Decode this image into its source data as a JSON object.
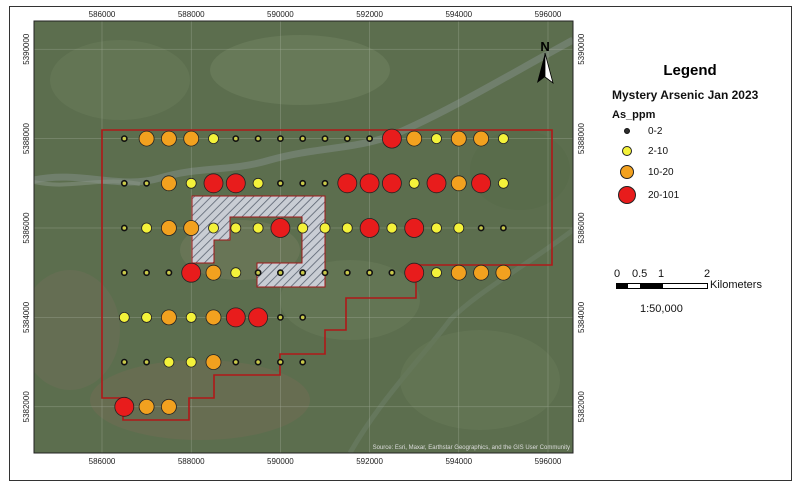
{
  "map": {
    "x_ticks": [
      "586000",
      "588000",
      "590000",
      "592000",
      "594000",
      "596000"
    ],
    "y_ticks": [
      "5390000",
      "5388000",
      "5386000",
      "5384000",
      "5382000"
    ],
    "north_label": "N",
    "attribution": "Source: Esri, Maxar, Earthstar Geographics, and the GIS User Community",
    "colors": {
      "class_0": "#2e2e2e",
      "class_1": "#f4f23a",
      "class_2": "#f2a11f",
      "class_3": "#e81c1c",
      "boundary": "#b01818",
      "imagery": "#5c6e4e"
    },
    "samples": [
      {
        "e": 586500,
        "n": 5388000,
        "c": 0
      },
      {
        "e": 587000,
        "n": 5388000,
        "c": 2
      },
      {
        "e": 587500,
        "n": 5388000,
        "c": 2
      },
      {
        "e": 588000,
        "n": 5388000,
        "c": 2
      },
      {
        "e": 588500,
        "n": 5388000,
        "c": 1
      },
      {
        "e": 589000,
        "n": 5388000,
        "c": 0
      },
      {
        "e": 589500,
        "n": 5388000,
        "c": 0
      },
      {
        "e": 590000,
        "n": 5388000,
        "c": 0
      },
      {
        "e": 590500,
        "n": 5388000,
        "c": 0
      },
      {
        "e": 591000,
        "n": 5388000,
        "c": 0
      },
      {
        "e": 591500,
        "n": 5388000,
        "c": 0
      },
      {
        "e": 592000,
        "n": 5388000,
        "c": 0
      },
      {
        "e": 592500,
        "n": 5388000,
        "c": 3
      },
      {
        "e": 593000,
        "n": 5388000,
        "c": 2
      },
      {
        "e": 593500,
        "n": 5388000,
        "c": 1
      },
      {
        "e": 594000,
        "n": 5388000,
        "c": 2
      },
      {
        "e": 594500,
        "n": 5388000,
        "c": 2
      },
      {
        "e": 595000,
        "n": 5388000,
        "c": 1
      },
      {
        "e": 586500,
        "n": 5387000,
        "c": 0
      },
      {
        "e": 587000,
        "n": 5387000,
        "c": 0
      },
      {
        "e": 587500,
        "n": 5387000,
        "c": 2
      },
      {
        "e": 588000,
        "n": 5387000,
        "c": 1
      },
      {
        "e": 588500,
        "n": 5387000,
        "c": 3
      },
      {
        "e": 589000,
        "n": 5387000,
        "c": 3
      },
      {
        "e": 589500,
        "n": 5387000,
        "c": 1
      },
      {
        "e": 590000,
        "n": 5387000,
        "c": 0
      },
      {
        "e": 590500,
        "n": 5387000,
        "c": 0
      },
      {
        "e": 591000,
        "n": 5387000,
        "c": 0
      },
      {
        "e": 591500,
        "n": 5387000,
        "c": 3
      },
      {
        "e": 592000,
        "n": 5387000,
        "c": 3
      },
      {
        "e": 592500,
        "n": 5387000,
        "c": 3
      },
      {
        "e": 593000,
        "n": 5387000,
        "c": 1
      },
      {
        "e": 593500,
        "n": 5387000,
        "c": 3
      },
      {
        "e": 594000,
        "n": 5387000,
        "c": 2
      },
      {
        "e": 594500,
        "n": 5387000,
        "c": 3
      },
      {
        "e": 595000,
        "n": 5387000,
        "c": 1
      },
      {
        "e": 586500,
        "n": 5386000,
        "c": 0
      },
      {
        "e": 587000,
        "n": 5386000,
        "c": 1
      },
      {
        "e": 587500,
        "n": 5386000,
        "c": 2
      },
      {
        "e": 588000,
        "n": 5386000,
        "c": 2
      },
      {
        "e": 588500,
        "n": 5386000,
        "c": 1
      },
      {
        "e": 589000,
        "n": 5386000,
        "c": 1
      },
      {
        "e": 589500,
        "n": 5386000,
        "c": 1
      },
      {
        "e": 590000,
        "n": 5386000,
        "c": 3
      },
      {
        "e": 590500,
        "n": 5386000,
        "c": 1
      },
      {
        "e": 591000,
        "n": 5386000,
        "c": 1
      },
      {
        "e": 591500,
        "n": 5386000,
        "c": 1
      },
      {
        "e": 592000,
        "n": 5386000,
        "c": 3
      },
      {
        "e": 592500,
        "n": 5386000,
        "c": 1
      },
      {
        "e": 593000,
        "n": 5386000,
        "c": 3
      },
      {
        "e": 593500,
        "n": 5386000,
        "c": 1
      },
      {
        "e": 594000,
        "n": 5386000,
        "c": 1
      },
      {
        "e": 594500,
        "n": 5386000,
        "c": 0
      },
      {
        "e": 595000,
        "n": 5386000,
        "c": 0
      },
      {
        "e": 586500,
        "n": 5385000,
        "c": 0
      },
      {
        "e": 587000,
        "n": 5385000,
        "c": 0
      },
      {
        "e": 587500,
        "n": 5385000,
        "c": 0
      },
      {
        "e": 588000,
        "n": 5385000,
        "c": 3
      },
      {
        "e": 588500,
        "n": 5385000,
        "c": 2
      },
      {
        "e": 589000,
        "n": 5385000,
        "c": 1
      },
      {
        "e": 589500,
        "n": 5385000,
        "c": 0
      },
      {
        "e": 590000,
        "n": 5385000,
        "c": 0
      },
      {
        "e": 590500,
        "n": 5385000,
        "c": 0
      },
      {
        "e": 591000,
        "n": 5385000,
        "c": 0
      },
      {
        "e": 591500,
        "n": 5385000,
        "c": 0
      },
      {
        "e": 592000,
        "n": 5385000,
        "c": 0
      },
      {
        "e": 592500,
        "n": 5385000,
        "c": 0
      },
      {
        "e": 593000,
        "n": 5385000,
        "c": 3
      },
      {
        "e": 593500,
        "n": 5385000,
        "c": 1
      },
      {
        "e": 594000,
        "n": 5385000,
        "c": 2
      },
      {
        "e": 594500,
        "n": 5385000,
        "c": 2
      },
      {
        "e": 595000,
        "n": 5385000,
        "c": 2
      },
      {
        "e": 586500,
        "n": 5384000,
        "c": 1
      },
      {
        "e": 587000,
        "n": 5384000,
        "c": 1
      },
      {
        "e": 587500,
        "n": 5384000,
        "c": 2
      },
      {
        "e": 588000,
        "n": 5384000,
        "c": 1
      },
      {
        "e": 588500,
        "n": 5384000,
        "c": 2
      },
      {
        "e": 589000,
        "n": 5384000,
        "c": 3
      },
      {
        "e": 589500,
        "n": 5384000,
        "c": 3
      },
      {
        "e": 590000,
        "n": 5384000,
        "c": 0
      },
      {
        "e": 590500,
        "n": 5384000,
        "c": 0
      },
      {
        "e": 586500,
        "n": 5383000,
        "c": 0
      },
      {
        "e": 587000,
        "n": 5383000,
        "c": 0
      },
      {
        "e": 587500,
        "n": 5383000,
        "c": 1
      },
      {
        "e": 588000,
        "n": 5383000,
        "c": 1
      },
      {
        "e": 588500,
        "n": 5383000,
        "c": 2
      },
      {
        "e": 589000,
        "n": 5383000,
        "c": 0
      },
      {
        "e": 589500,
        "n": 5383000,
        "c": 0
      },
      {
        "e": 590000,
        "n": 5383000,
        "c": 0
      },
      {
        "e": 590500,
        "n": 5383000,
        "c": 0
      },
      {
        "e": 586500,
        "n": 5382000,
        "c": 3
      },
      {
        "e": 587000,
        "n": 5382000,
        "c": 2
      },
      {
        "e": 587500,
        "n": 5382000,
        "c": 2
      }
    ]
  },
  "legend": {
    "title": "Legend",
    "layer": "Mystery Arsenic Jan 2023",
    "field": "As_ppm",
    "classes": [
      "0-2",
      "2-10",
      "10-20",
      "20-101"
    ]
  },
  "scale": {
    "labels": [
      "0",
      "0.5",
      "1",
      "2"
    ],
    "unit": "Kilometers",
    "ratio": "1:50,000"
  }
}
